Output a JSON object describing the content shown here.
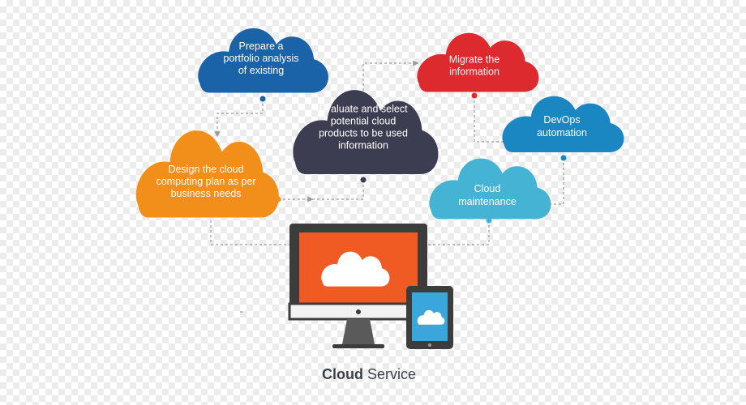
{
  "clouds": {
    "portfolio": {
      "lines": [
        "Prepare a",
        "portfolio analysis",
        "of existing"
      ],
      "color": "#1b63a8"
    },
    "migrate": {
      "lines": [
        "Migrate the",
        "information"
      ],
      "color": "#dd2a2e"
    },
    "devops": {
      "lines": [
        "DevOps",
        "automation"
      ],
      "color": "#1a86c2"
    },
    "evaluate": {
      "lines": [
        "Evaluate and select",
        "potential cloud",
        "products to be used",
        "information"
      ],
      "color": "#3d3d52"
    },
    "design": {
      "lines": [
        "Design the cloud",
        "computing plan as per",
        "business needs"
      ],
      "color": "#f28f1b"
    },
    "maintenance": {
      "lines": [
        "Cloud",
        "maintenance"
      ],
      "color": "#45b3d3"
    }
  },
  "caption": {
    "bold": "Cloud",
    "rest": " Service"
  },
  "colors": {
    "connector": "#9a9a9a",
    "monitor_frame": "#3c3c3c",
    "monitor_screen": "#f05a23",
    "tablet_screen": "#3aa6dc"
  }
}
